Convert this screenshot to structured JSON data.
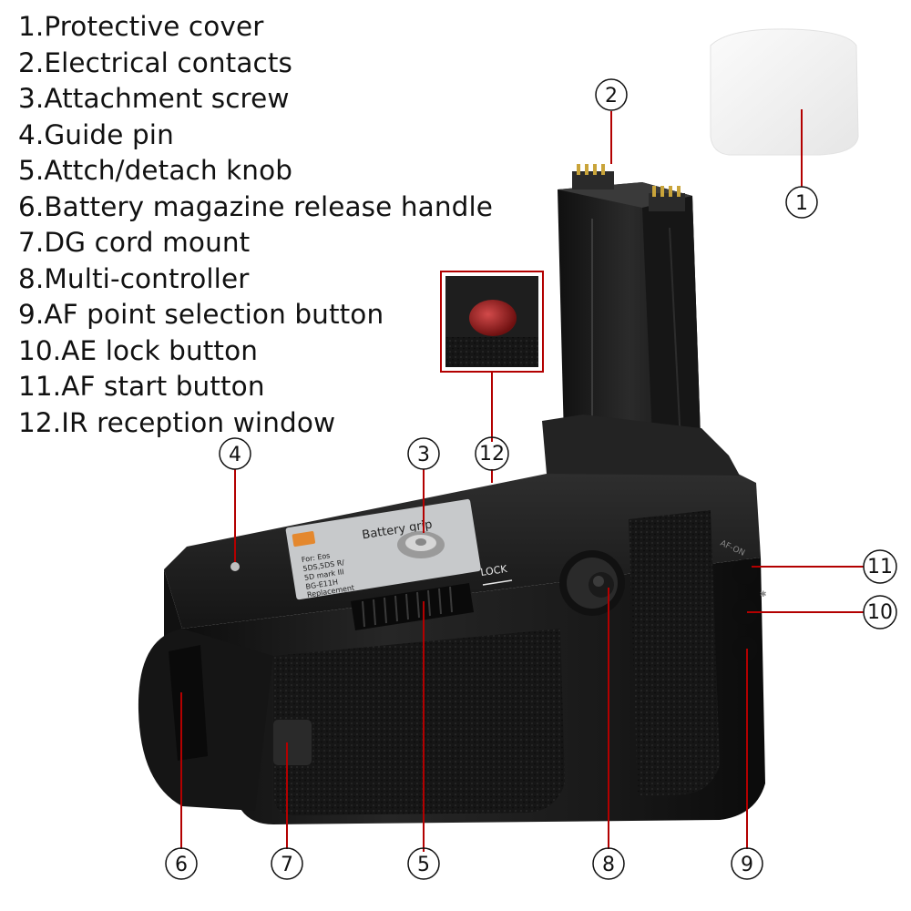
{
  "legend_items": [
    "1.Protective cover",
    "2.Electrical contacts",
    "3.Attachment screw",
    "4.Guide pin",
    "5.Attch/detach knob",
    "6.Battery magazine release handle",
    "7.DG cord mount",
    "8.Multi-controller",
    "9.AF point selection button",
    "10.AE lock button",
    "11.AF start button",
    "12.IR reception window"
  ],
  "callouts": [
    "1",
    "2",
    "3",
    "4",
    "5",
    "6",
    "7",
    "8",
    "9",
    "10",
    "11",
    "12"
  ],
  "product_label": {
    "title": "Battery grip",
    "lines": [
      "For: Eos",
      "5DS,5DS R/",
      "5D mark III",
      "BG-E11H",
      "Replacement"
    ]
  },
  "lock_label": "LOCK",
  "button_label_af_on": "AF-ON",
  "button_label_ae": "✱",
  "colors": {
    "callout_line": "#b30000",
    "grip_body": "#1c1c1c",
    "grip_highlight": "#3a3a3a",
    "label_plate": "#c7c9cb",
    "ir_window": "#8b1a1a",
    "cover": "#f1f1f1"
  }
}
